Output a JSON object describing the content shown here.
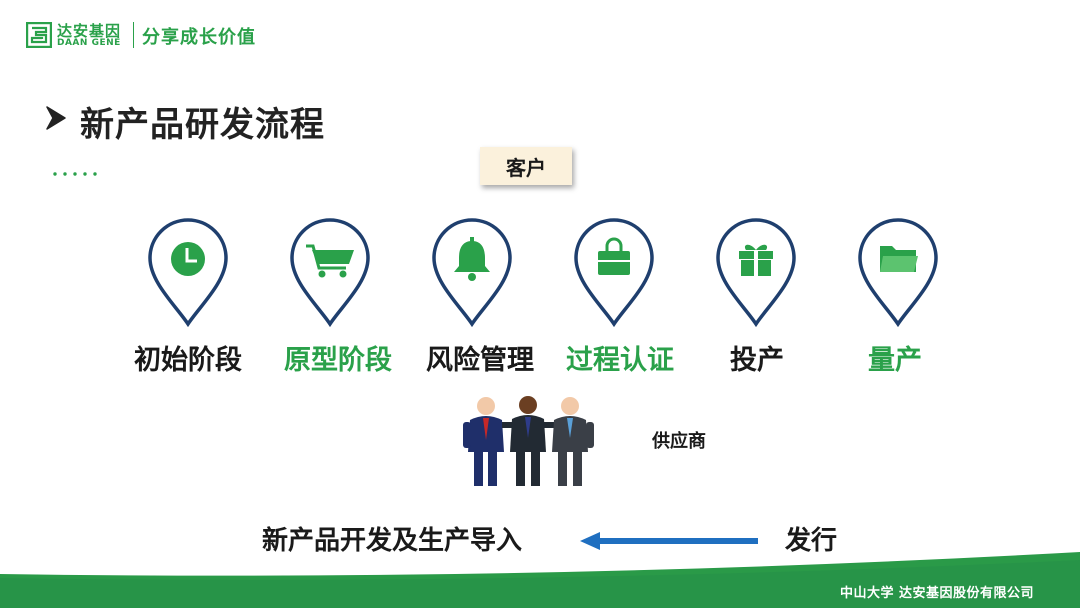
{
  "header": {
    "logo_cn": "达安基因",
    "logo_en": "DAAN GENE",
    "slogan": "分享成长价值"
  },
  "title": "新产品研发流程",
  "customer_label": "客户",
  "stages": [
    {
      "label": "初始阶段",
      "icon": "clock-icon",
      "color": "dark"
    },
    {
      "label": "原型阶段",
      "icon": "cart-icon",
      "color": "green"
    },
    {
      "label": "风险管理",
      "icon": "bell-icon",
      "color": "dark"
    },
    {
      "label": "过程认证",
      "icon": "bag-icon",
      "color": "green"
    },
    {
      "label": "投产",
      "icon": "gift-icon",
      "color": "dark"
    },
    {
      "label": "量产",
      "icon": "folder-icon",
      "color": "green"
    }
  ],
  "supplier_label": "供应商",
  "flow": {
    "target": "新产品开发及生产导入",
    "source": "发行"
  },
  "footer_text": "中山大学 达安基因股份有限公司",
  "colors": {
    "brand_green": "#2aa14a",
    "pin_outline": "#1f3f6e",
    "arrow_blue": "#1f6fc0"
  }
}
